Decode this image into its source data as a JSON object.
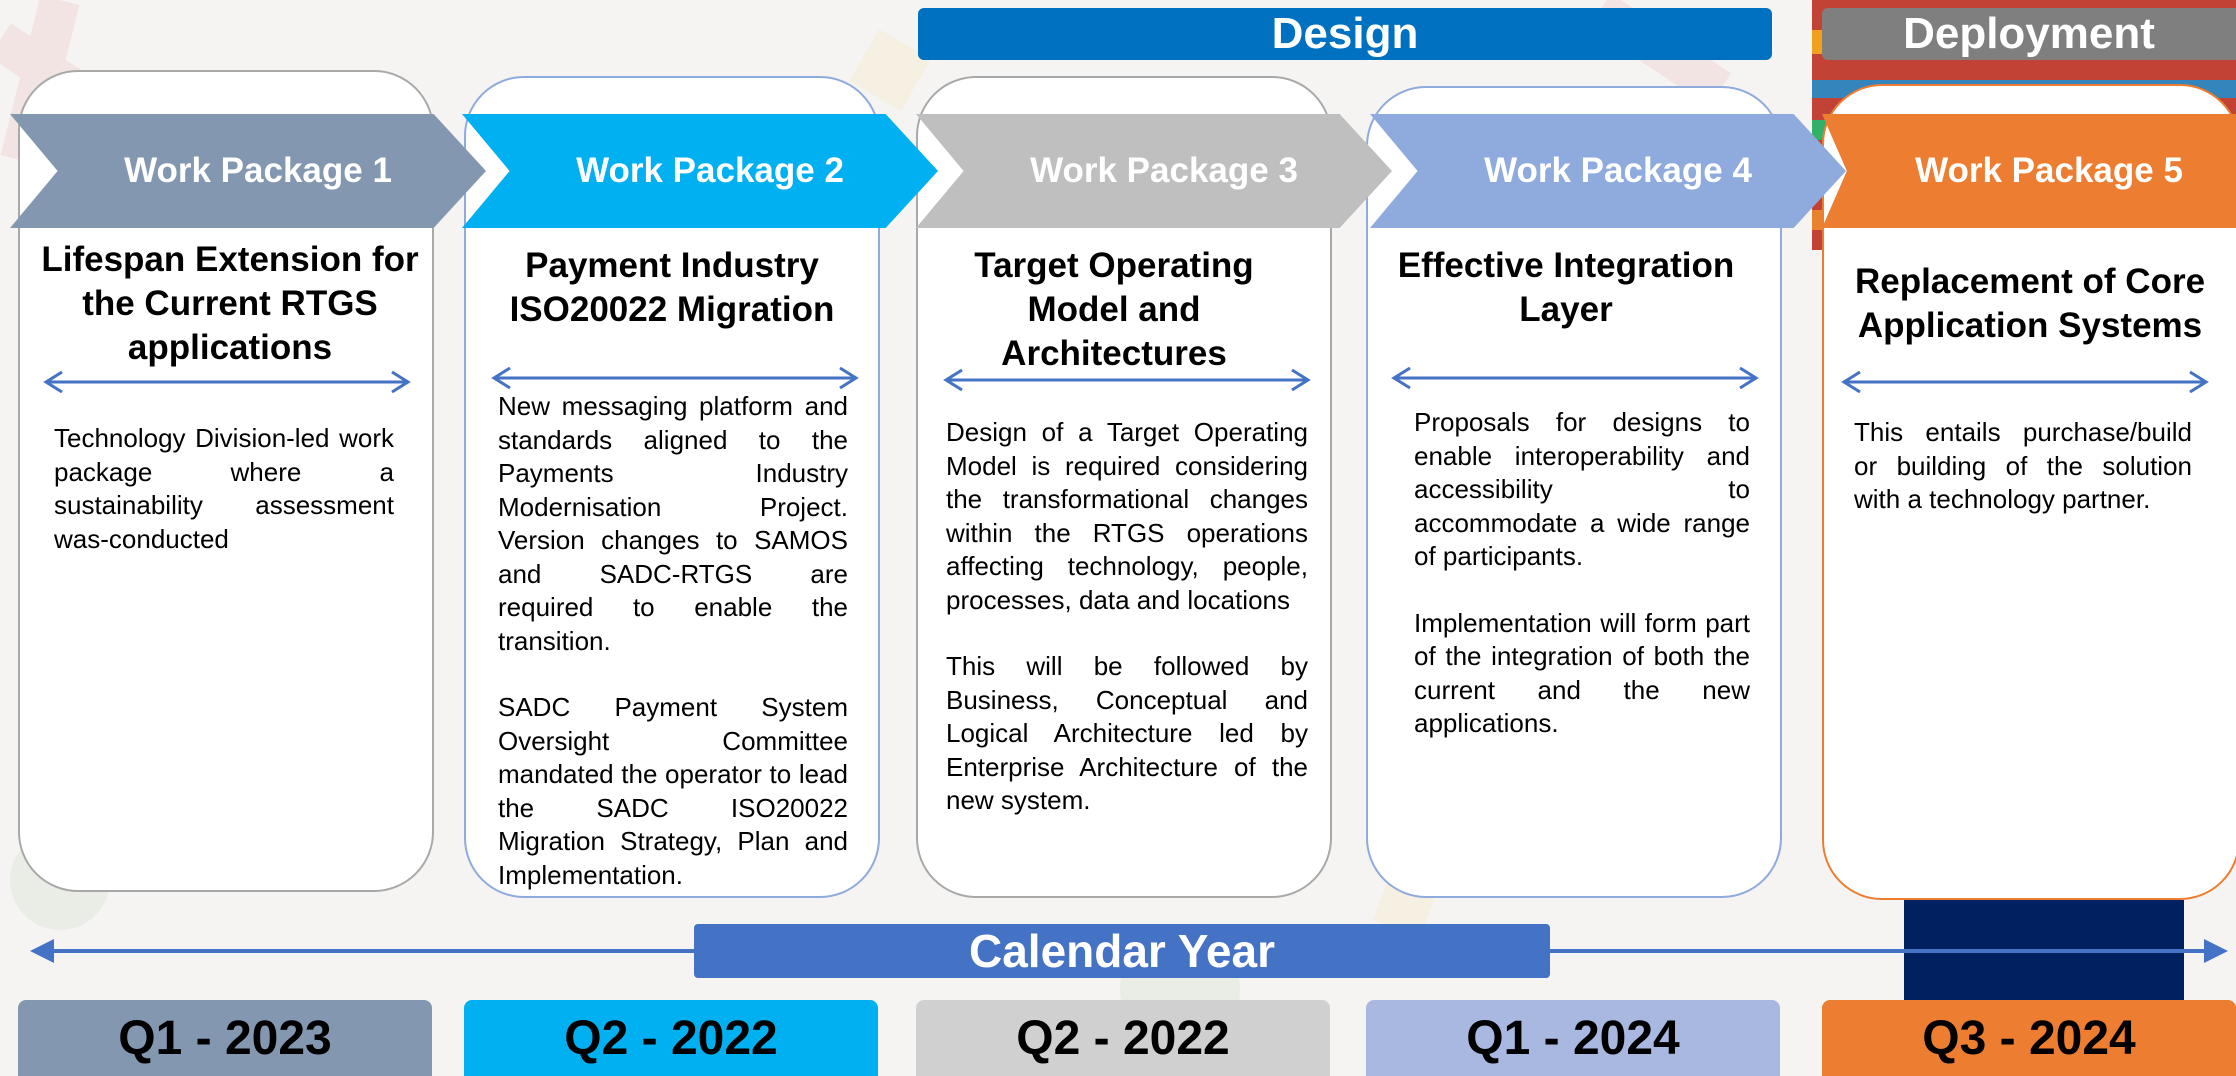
{
  "phases": {
    "design": "Design",
    "deployment": "Deployment"
  },
  "colors": {
    "wp1": "#8497b0",
    "wp2": "#00b0f0",
    "wp3": "#bfbfbf",
    "wp4": "#8faadc",
    "wp5": "#ed7d31",
    "design_bar": "#0070c0",
    "deployment_bar": "#7f7f7f",
    "timeline": "#4472c4"
  },
  "packages": [
    {
      "label": "Work Package 1",
      "title": "Lifespan Extension for the Current RTGS applications",
      "body": [
        "Technology Division-led work package where a sustainability assessment was-conducted"
      ]
    },
    {
      "label": "Work Package 2",
      "title": "Payment Industry ISO20022 Migration",
      "body": [
        "New messaging platform and standards aligned to the Payments Industry Modernisation Project. Version changes to SAMOS and SADC-RTGS are required to enable the transition.",
        "SADC Payment System Oversight Committee mandated the operator to lead the SADC ISO20022 Migration Strategy, Plan and Implementation."
      ]
    },
    {
      "label": "Work Package 3",
      "title": "Target Operating Model and Architectures",
      "body": [
        "Design of a Target Operating Model is required considering the transformational changes within the RTGS operations affecting technology, people, processes, data and locations",
        "This will be followed by Business, Conceptual and Logical Architecture led by Enterprise Architecture of the new system."
      ]
    },
    {
      "label": "Work Package 4",
      "title": "Effective Integration Layer",
      "body": [
        "Proposals for designs to enable interoperability and accessibility to accommodate a wide range of participants.",
        "Implementation will form part of the integration of both the current and the new applications."
      ]
    },
    {
      "label": "Work Package 5",
      "title": "Replacement of Core Application Systems",
      "body": [
        "This entails purchase/build or building of the solution with a technology partner."
      ]
    }
  ],
  "timeline": {
    "label": "Calendar Year",
    "quarters": [
      "Q1 - 2023",
      "Q2 - 2022",
      "Q2 - 2022",
      "Q1 - 2024",
      "Q3 - 2024"
    ]
  }
}
